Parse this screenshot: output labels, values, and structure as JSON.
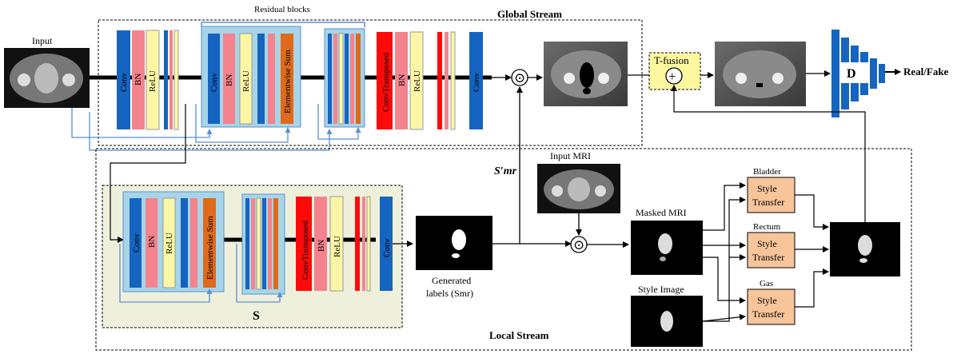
{
  "colors": {
    "conv_blue": "#1565c0",
    "bn_pink": "#f4838e",
    "relu_yellow": "#fbf6a6",
    "sum_orange": "#e0691a",
    "convt_red": "#ff0a0a",
    "res_fill": "#a8d4e8",
    "stream_s_fill": "#eef0dc",
    "tfusion_fill": "#fbf8a0",
    "style_fill": "#f8c49a",
    "disc_blue": "#1565c0",
    "arrow_blue": "#5b8fd1"
  },
  "global": {
    "title": "Global Stream",
    "residual_label": "Residual blocks",
    "conv": "Conv",
    "bn": "BN",
    "relu": "ReLU",
    "elem_sum": "Elementwise Sum",
    "conv_transposed": "ConvTransposed",
    "dots": "......",
    "multiply": "⊙",
    "tfusion": "T-fusion",
    "plus": "+",
    "disc": "D",
    "real_fake": "Real/Fake",
    "input_label": "Input"
  },
  "local": {
    "title": "Local Stream",
    "s_label": "S",
    "s_mr": "S′mr",
    "input_mri": "Input MRI",
    "masked_mri": "Masked MRI",
    "style_image": "Style Image",
    "generated_labels_1": "Generated",
    "generated_labels_2": "labels (Smr)",
    "bladder": "Bladder",
    "rectum": "Rectum",
    "gas": "Gas",
    "style": "Style",
    "transfer": "Transfer"
  }
}
